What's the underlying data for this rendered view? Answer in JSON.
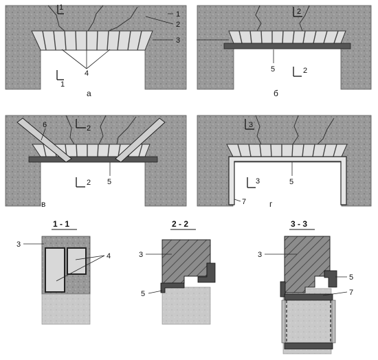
{
  "callouts": {
    "n1": "1",
    "n2": "2",
    "n3": "3",
    "n4": "4",
    "n5": "5",
    "n6": "6",
    "n7": "7"
  },
  "panels": {
    "a": "а",
    "b": "б",
    "v": "в",
    "g": "г"
  },
  "section_marks": {
    "s1": "1",
    "s2": "2",
    "s3": "3"
  },
  "sections": {
    "s11": "1 - 1",
    "s22": "2 - 2",
    "s33": "3 - 3"
  },
  "colors": {
    "masonry": "#9e9e9e",
    "masonry_dark": "#7b7b7b",
    "brick": "#dcdcdc",
    "beam": "#555555",
    "line": "#222222"
  }
}
